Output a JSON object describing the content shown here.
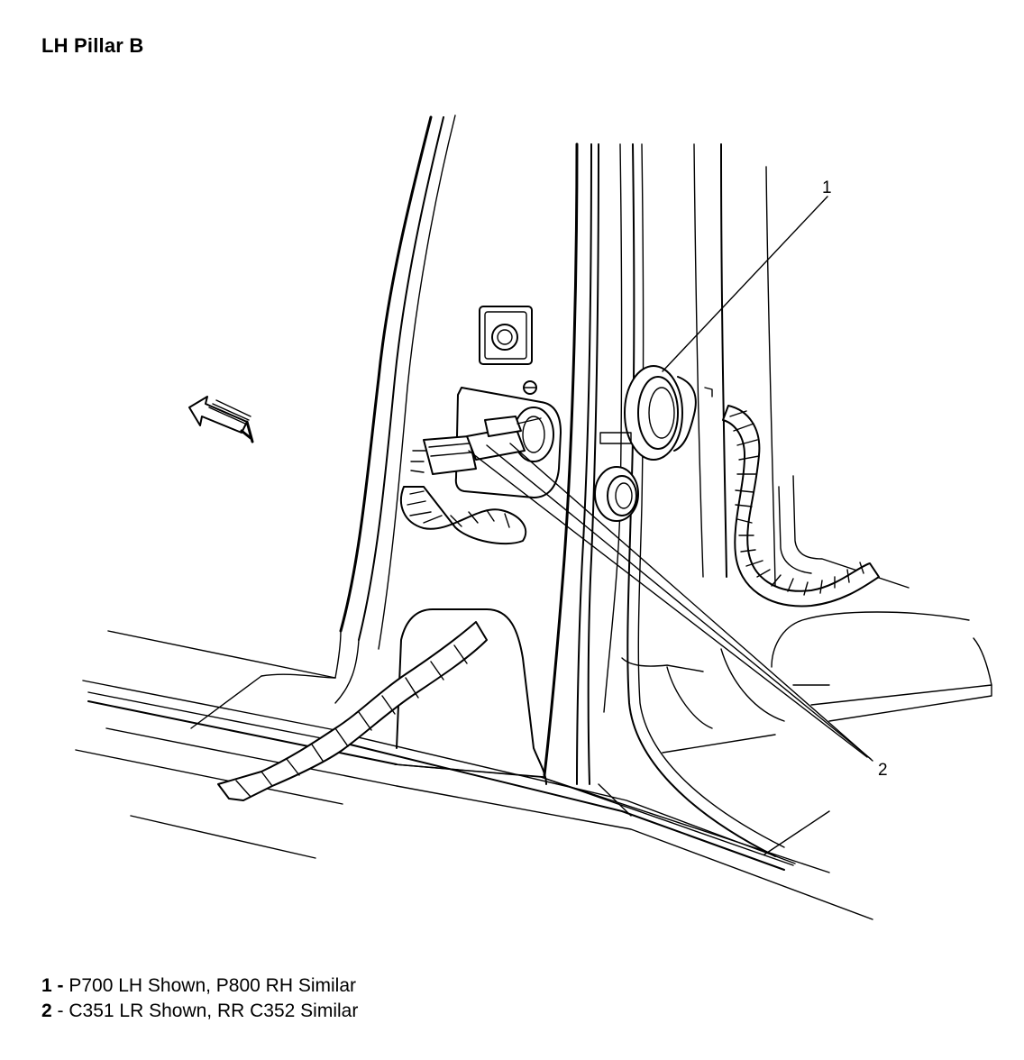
{
  "title": "LH Pillar B",
  "callouts": [
    {
      "number": "1"
    },
    {
      "number": "2"
    }
  ],
  "legend": [
    {
      "number": "1",
      "separator": " - ",
      "text": "P700 LH Shown, P800 RH Similar"
    },
    {
      "number": "2",
      "separator": " - ",
      "text": "C351 LR Shown, RR C352 Similar"
    }
  ]
}
